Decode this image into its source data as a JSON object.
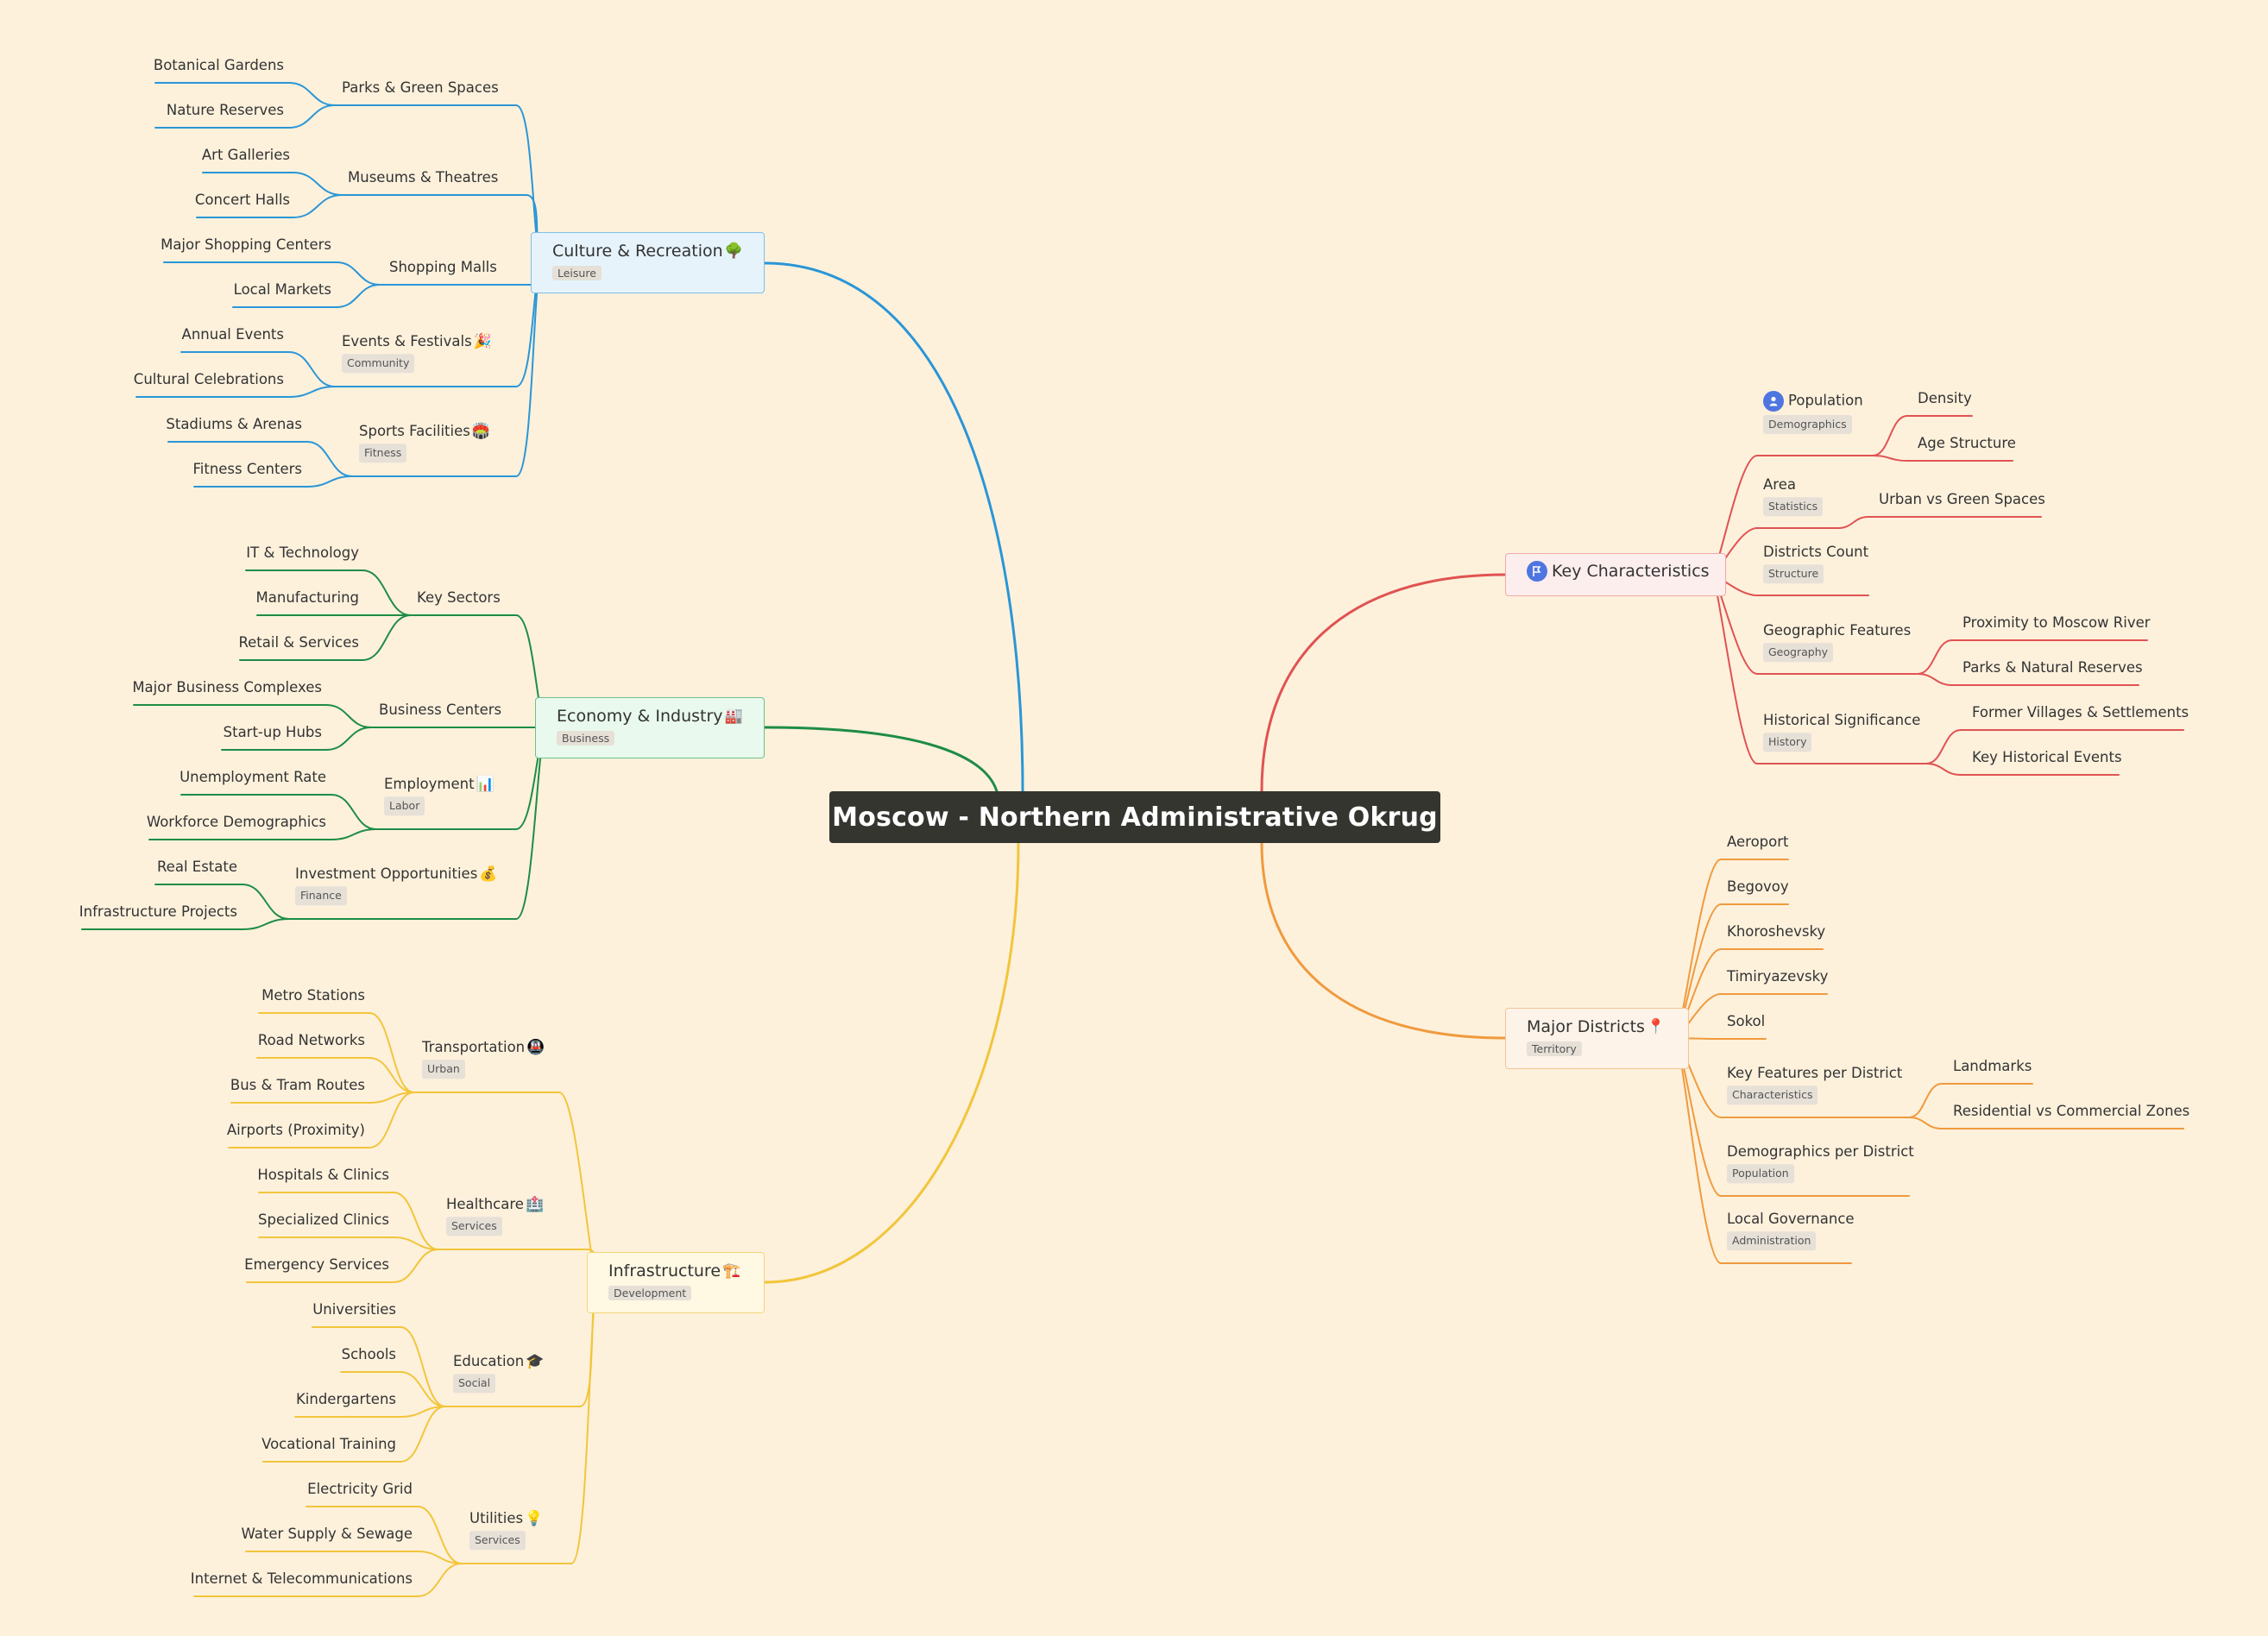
{
  "root": {
    "title": "Moscow - Northern Administrative Okrug"
  },
  "colors": {
    "culture": "#2a96d6",
    "economy": "#1e8c46",
    "infrastructure": "#f2c53b",
    "characteristics": "#e05352",
    "districts": "#f09a3e"
  },
  "culture": {
    "label": "Culture & Recreation",
    "tag": "Leisure",
    "icon": "tree-icon",
    "parks": {
      "label": "Parks & Green Spaces",
      "items": [
        "Botanical Gardens",
        "Nature Reserves"
      ]
    },
    "museums": {
      "label": "Museums & Theatres",
      "items": [
        "Art Galleries",
        "Concert Halls"
      ]
    },
    "malls": {
      "label": "Shopping Malls",
      "items": [
        "Major Shopping Centers",
        "Local Markets"
      ]
    },
    "events": {
      "label": "Events & Festivals",
      "tag": "Community",
      "icon": "party-popper-icon",
      "items": [
        "Annual Events",
        "Cultural Celebrations"
      ]
    },
    "sports": {
      "label": "Sports Facilities",
      "tag": "Fitness",
      "icon": "stadium-icon",
      "items": [
        "Stadiums & Arenas",
        "Fitness Centers"
      ]
    }
  },
  "economy": {
    "label": "Economy & Industry",
    "tag": "Business",
    "icon": "factory-icon",
    "sectors": {
      "label": "Key Sectors",
      "items": [
        "IT & Technology",
        "Manufacturing",
        "Retail & Services"
      ]
    },
    "centers": {
      "label": "Business Centers",
      "items": [
        "Major Business Complexes",
        "Start-up Hubs"
      ]
    },
    "employment": {
      "label": "Employment",
      "tag": "Labor",
      "icon": "bar-chart-icon",
      "items": [
        "Unemployment Rate",
        "Workforce Demographics"
      ]
    },
    "investment": {
      "label": "Investment Opportunities",
      "tag": "Finance",
      "icon": "money-bag-icon",
      "items": [
        "Real Estate",
        "Infrastructure Projects"
      ]
    }
  },
  "infrastructure": {
    "label": "Infrastructure",
    "tag": "Development",
    "icon": "construction-icon",
    "transport": {
      "label": "Transportation",
      "tag": "Urban",
      "icon": "metro-icon",
      "items": [
        "Metro Stations",
        "Road Networks",
        "Bus & Tram Routes",
        "Airports (Proximity)"
      ]
    },
    "healthcare": {
      "label": "Healthcare",
      "tag": "Services",
      "icon": "hospital-icon",
      "items": [
        "Hospitals & Clinics",
        "Specialized Clinics",
        "Emergency Services"
      ]
    },
    "education": {
      "label": "Education",
      "tag": "Social",
      "icon": "graduation-cap-icon",
      "items": [
        "Universities",
        "Schools",
        "Kindergartens",
        "Vocational Training"
      ]
    },
    "utilities": {
      "label": "Utilities",
      "tag": "Services",
      "icon": "light-bulb-icon",
      "items": [
        "Electricity Grid",
        "Water Supply & Sewage",
        "Internet & Telecommunications"
      ]
    }
  },
  "characteristics": {
    "label": "Key Characteristics",
    "icon": "flag-icon",
    "population": {
      "label": "Population",
      "tag": "Demographics",
      "icon": "person-icon",
      "items": [
        "Density",
        "Age Structure"
      ]
    },
    "area": {
      "label": "Area",
      "tag": "Statistics",
      "items": [
        "Urban vs Green Spaces"
      ]
    },
    "districts_count": {
      "label": "Districts Count",
      "tag": "Structure"
    },
    "geo": {
      "label": "Geographic Features",
      "tag": "Geography",
      "items": [
        "Proximity to Moscow River",
        "Parks & Natural Reserves"
      ]
    },
    "history": {
      "label": "Historical Significance",
      "tag": "History",
      "items": [
        "Former Villages & Settlements",
        "Key Historical Events"
      ]
    }
  },
  "districts": {
    "label": "Major Districts",
    "tag": "Territory",
    "icon": "pin-icon",
    "items": [
      "Aeroport",
      "Begovoy",
      "Khoroshevsky",
      "Timiryazevsky",
      "Sokol"
    ],
    "features": {
      "label": "Key Features per District",
      "tag": "Characteristics",
      "items": [
        "Landmarks",
        "Residential vs Commercial Zones"
      ]
    },
    "demographics": {
      "label": "Demographics per District",
      "tag": "Population"
    },
    "governance": {
      "label": "Local Governance",
      "tag": "Administration"
    }
  }
}
